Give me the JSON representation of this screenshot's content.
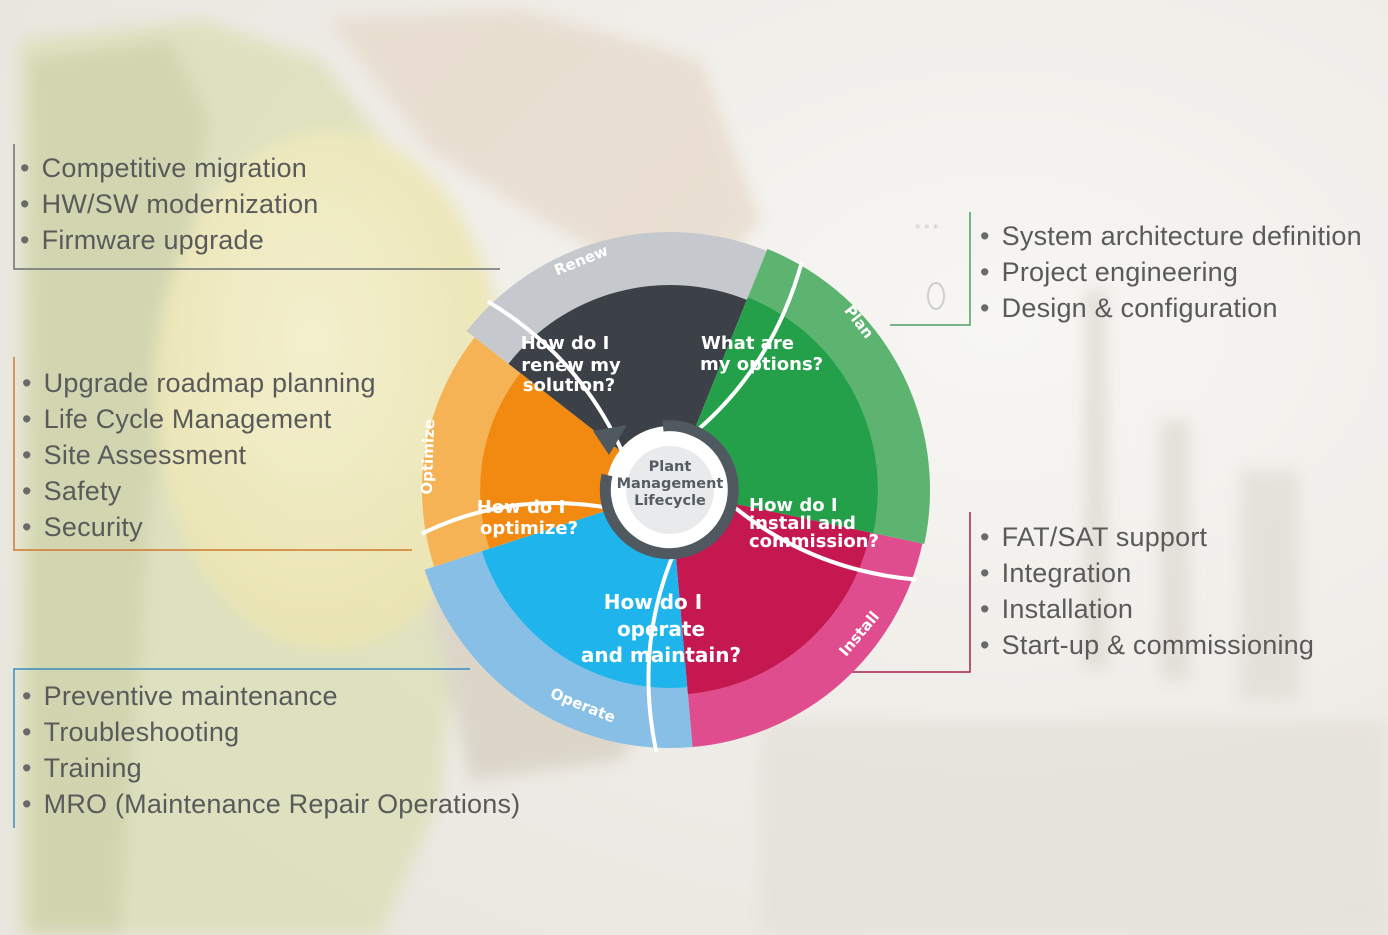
{
  "center_label": [
    "Plant",
    "Management",
    "Lifecycle"
  ],
  "colors": {
    "renew": "#3c4147",
    "renew_ring": "#c5c8cc",
    "plan": "#24a04a",
    "plan_ring": "#5db370",
    "install": "#c51851",
    "install_ring": "#df4d8e",
    "operate": "#1fb5ec",
    "operate_ring": "#88bfe7",
    "optimize": "#f28a12",
    "optimize_ring": "#f6b356"
  },
  "segments": {
    "renew": {
      "label": "Renew",
      "question": [
        "How do I",
        "renew my",
        "solution?"
      ]
    },
    "plan": {
      "label": "Plan",
      "question": [
        "What are",
        "my options?"
      ]
    },
    "install": {
      "label": "Install",
      "question": [
        "How do I",
        "install and",
        "commission?"
      ]
    },
    "operate": {
      "label": "Operate",
      "question": [
        "How do I",
        "operate",
        "and maintain?"
      ]
    },
    "optimize": {
      "label": "Optimize",
      "question": [
        "How do I",
        "optimize?"
      ]
    }
  },
  "lists": {
    "renew": [
      "Competitive migration",
      "HW/SW modernization",
      "Firmware upgrade"
    ],
    "optimize": [
      "Upgrade roadmap planning",
      "Life Cycle Management",
      "Site Assessment",
      "Safety",
      "Security"
    ],
    "operate": [
      "Preventive maintenance",
      "Troubleshooting",
      "Training",
      "MRO (Maintenance Repair Operations)"
    ],
    "plan": [
      "System architecture definition",
      "Project engineering",
      "Design & configuration"
    ],
    "install": [
      "FAT/SAT support",
      "Integration",
      "Installation",
      "Start-up & commissioning"
    ]
  }
}
